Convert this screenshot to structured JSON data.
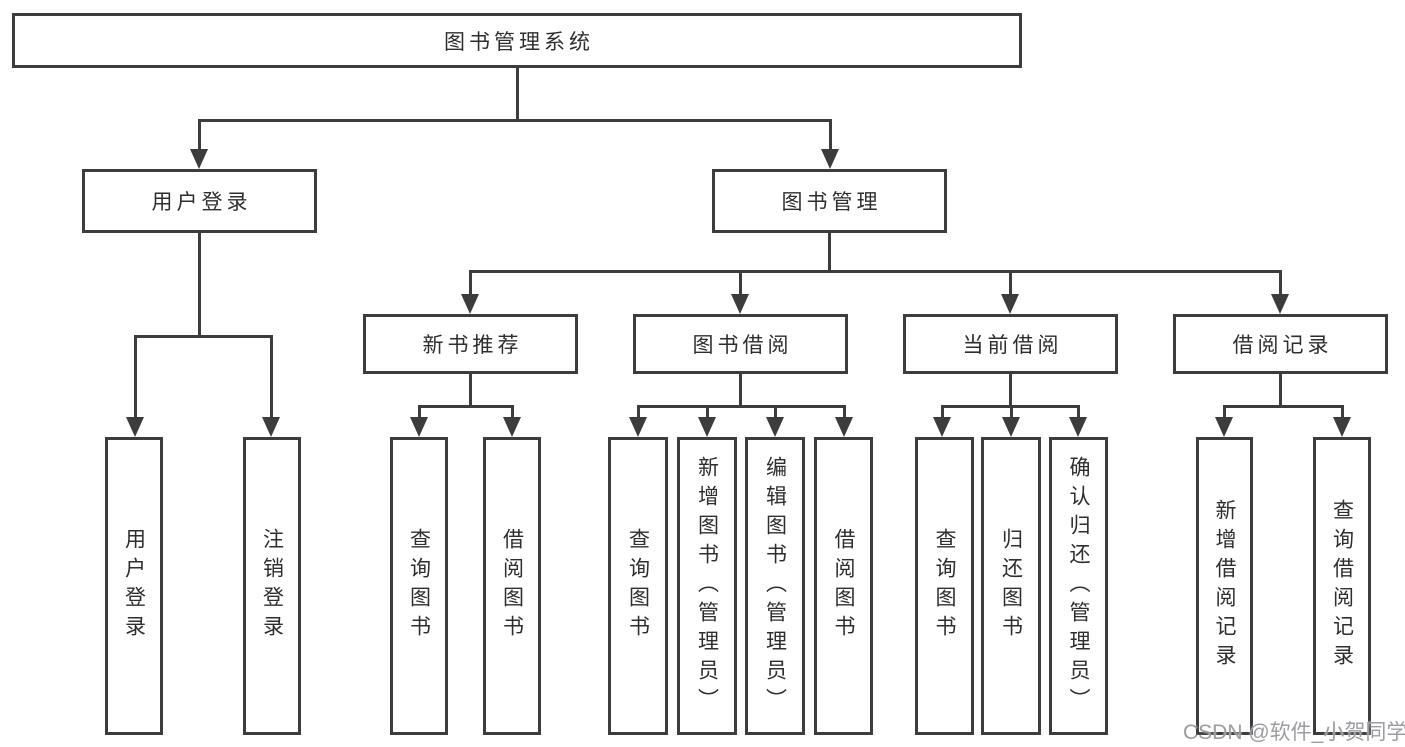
{
  "diagram": {
    "root": {
      "label": "图书管理系统"
    },
    "level2": [
      {
        "id": "user-login",
        "label": "用户登录"
      },
      {
        "id": "book-management",
        "label": "图书管理"
      }
    ],
    "level3": [
      {
        "id": "new-book-recommend",
        "label": "新书推荐"
      },
      {
        "id": "book-borrowing",
        "label": "图书借阅"
      },
      {
        "id": "current-borrowing",
        "label": "当前借阅"
      },
      {
        "id": "borrow-records",
        "label": "借阅记录"
      }
    ],
    "leaves": {
      "user_login": [
        {
          "label": "用户登录"
        },
        {
          "label": "注销登录"
        }
      ],
      "new_book_recommend": [
        {
          "label": "查询图书"
        },
        {
          "label": "借阅图书"
        }
      ],
      "book_borrowing": [
        {
          "label": "查询图书"
        },
        {
          "label": "新增图书（管理员）"
        },
        {
          "label": "编辑图书（管理员）"
        },
        {
          "label": "借阅图书"
        }
      ],
      "current_borrowing": [
        {
          "label": "查询图书"
        },
        {
          "label": "归还图书"
        },
        {
          "label": "确认归还（管理员）"
        }
      ],
      "borrow_records": [
        {
          "label": "新增借阅记录"
        },
        {
          "label": "查询借阅记录"
        }
      ]
    }
  },
  "watermark": {
    "text": "CSDN @软件_小贺同学"
  },
  "colors": {
    "line": "#3c3c3c",
    "text": "#2e2e2e",
    "background": "#ffffff",
    "watermark": "#9c9ca1"
  }
}
